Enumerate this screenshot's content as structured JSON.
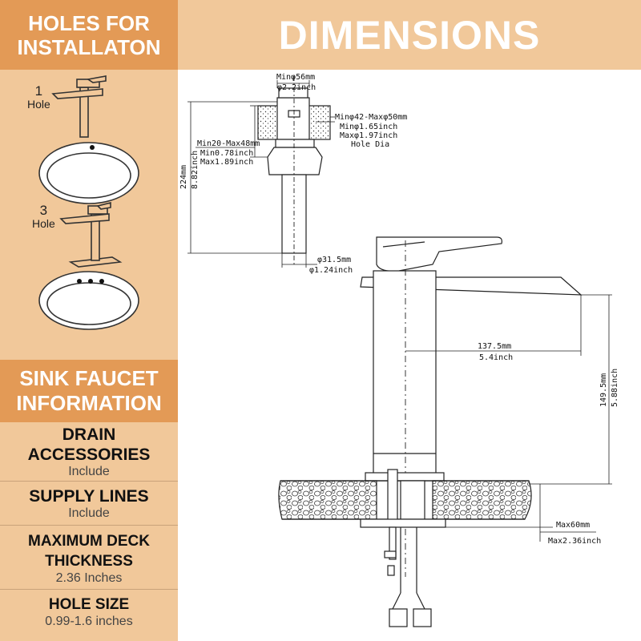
{
  "left": {
    "holes_header": [
      "HOLES FOR",
      "INSTALLATON"
    ],
    "one_hole": {
      "number": "1",
      "label": "Hole"
    },
    "three_hole": {
      "number": "3",
      "label": "Hole"
    },
    "info_header": [
      "SINK FAUCET",
      "INFORMATION"
    ],
    "items": [
      {
        "title": [
          "DRAIN",
          "ACCESSORIES"
        ],
        "value": "Include"
      },
      {
        "title": [
          "SUPPLY LINES"
        ],
        "value": "Include"
      },
      {
        "title": [
          "MAXIMUM DECK",
          "THICKNESS"
        ],
        "value": "2.36 Inches"
      },
      {
        "title": [
          "HOLE SIZE"
        ],
        "value": "0.99-1.6 inches"
      }
    ]
  },
  "right": {
    "header": "DIMENSIONS",
    "labels": {
      "min56mm": "Minφ56mm",
      "d22inch": "φ2.2inch",
      "hole_mm": "Minφ42-Maxφ50mm",
      "hole_min_in": "Minφ1.65inch",
      "hole_max_in": "Maxφ1.97inch",
      "hole_dia": "Hole Dia",
      "deck_mm": "Min20-Max48mm",
      "deck_min_in": "Min0.78inch",
      "deck_max_in": "Max1.89inch",
      "len_mm": "224mm",
      "len_in": "8.82inch",
      "d315mm": "φ31.5mm",
      "d124in": "φ1.24inch",
      "reach_mm": "137.5mm",
      "reach_in": "5.4inch",
      "height_mm": "149.5mm",
      "height_in": "5.88inch",
      "max60mm": "Max60mm",
      "max236in": "Max2.36inch"
    }
  },
  "colors": {
    "panel": "#f1c89a",
    "accent": "#e39a56"
  }
}
